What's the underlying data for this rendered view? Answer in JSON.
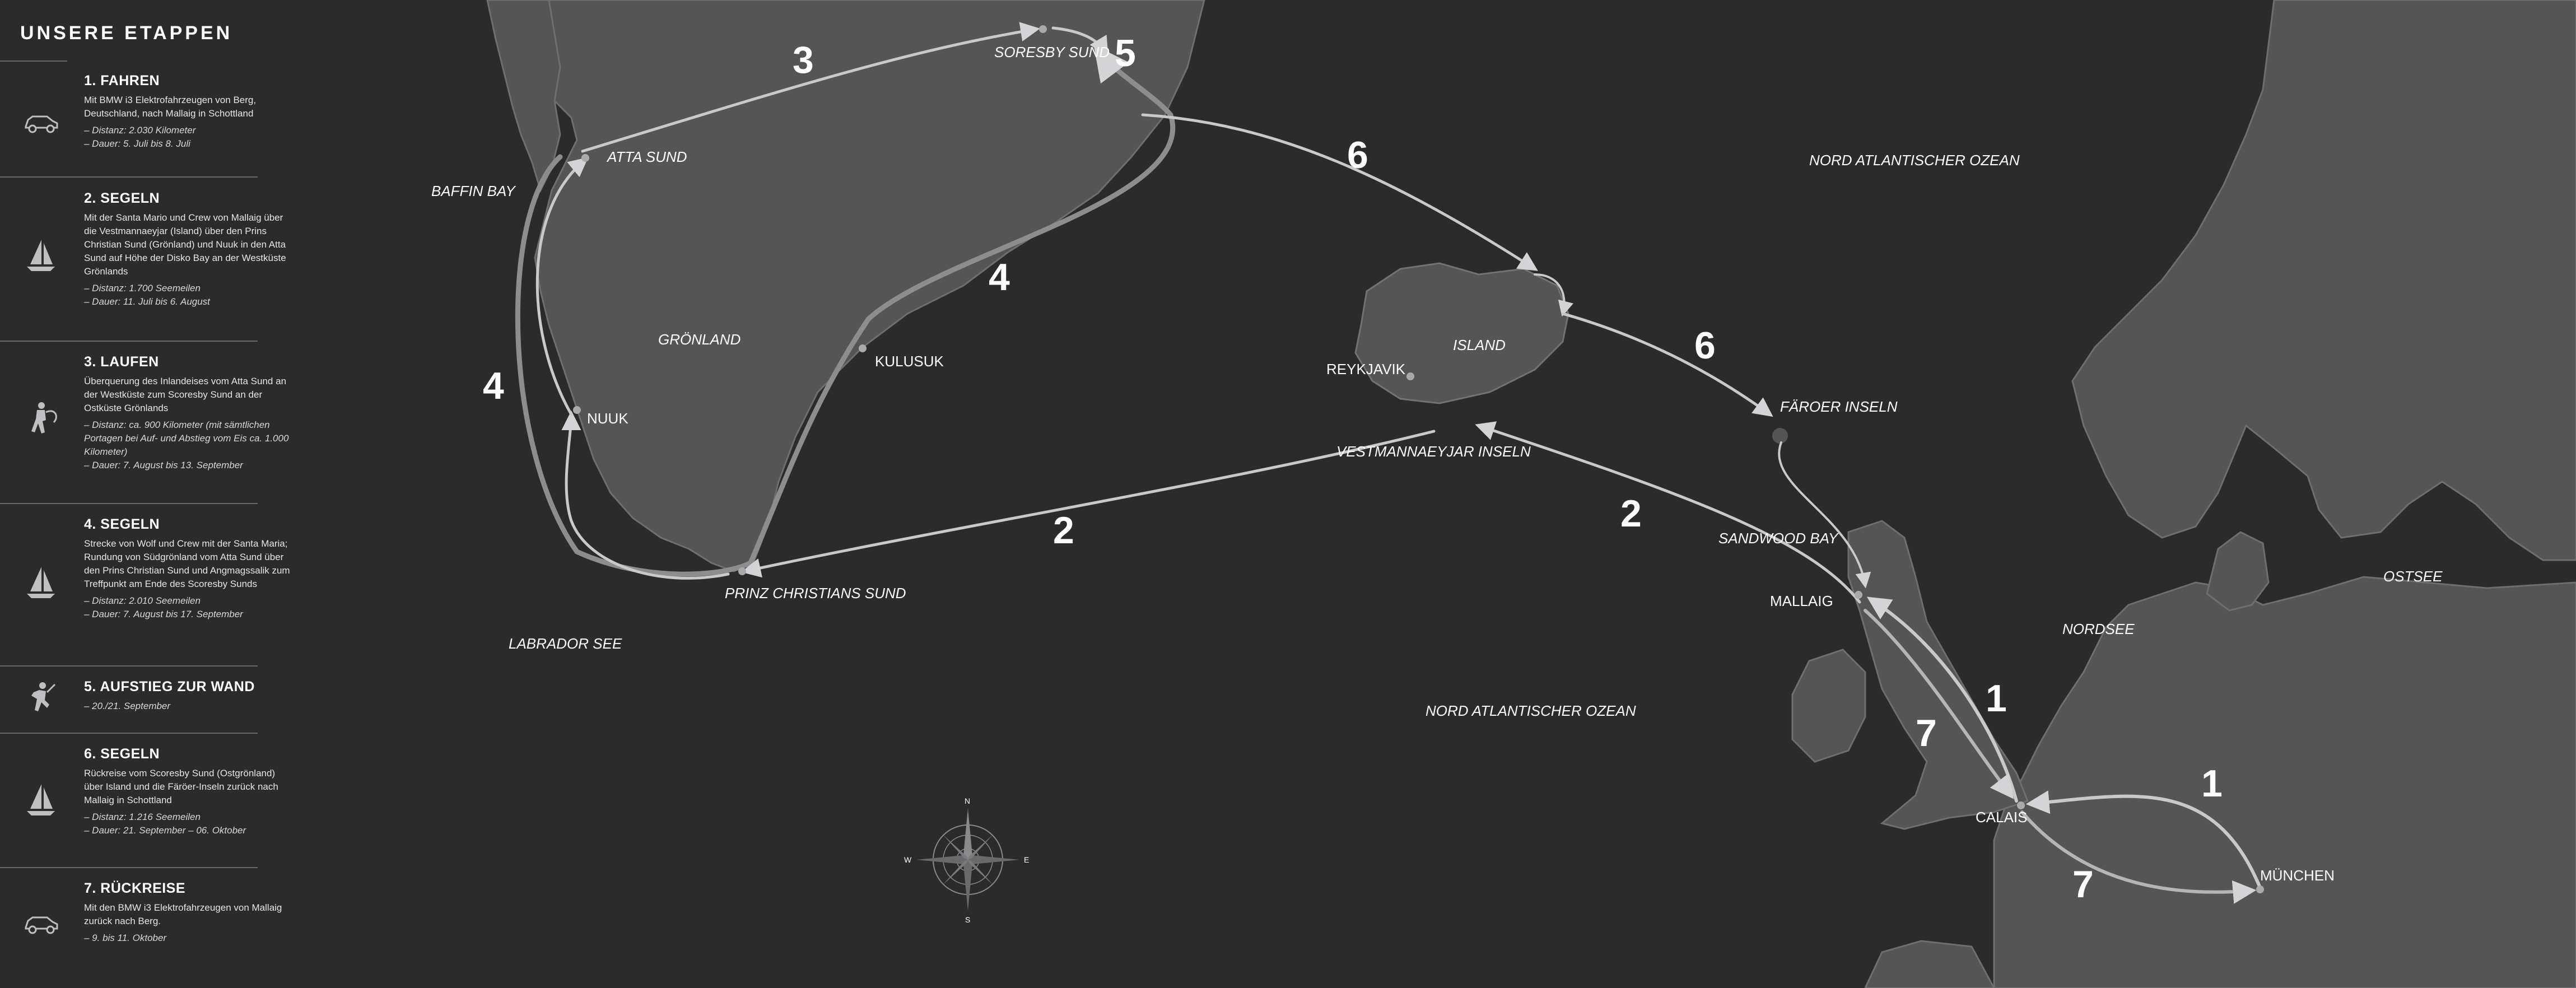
{
  "sidebar": {
    "title": "UNSERE ETAPPEN",
    "stages": [
      {
        "title": "1. FAHREN",
        "icon": "car-icon",
        "desc": "Mit BMW i3 Elektrofahrzeugen von Berg, Deutschland, nach Mallaig in Schottland",
        "meta": [
          "– Distanz: 2.030 Kilometer",
          "– Dauer: 5. Juli bis  8. Juli"
        ]
      },
      {
        "title": "2. SEGELN",
        "icon": "sailboat-icon",
        "desc": "Mit der Santa Mario und Crew von Mallaig über die Vestmannaeyjar (Island) über den Prins Christian Sund (Grönland) und Nuuk in den Atta Sund auf Höhe der Disko Bay an der Westküste Grönlands",
        "meta": [
          "– Distanz: 1.700 Seemeilen",
          "– Dauer: 11. Juli bis 6. August"
        ]
      },
      {
        "title": "3. LAUFEN",
        "icon": "hiker-icon",
        "desc": "Überquerung des Inlandeises vom Atta Sund an der Westküste zum Scoresby Sund an der Ostküste Grönlands",
        "meta": [
          "– Distanz: ca. 900 Kilometer (mit sämtlichen Portagen bei Auf- und Abstieg vom Eis ca. 1.000 Kilometer)",
          "– Dauer: 7. August bis 13. September"
        ]
      },
      {
        "title": "4. SEGELN",
        "icon": "sailboat-icon",
        "desc": "Strecke von Wolf und Crew mit der Santa Maria; Rundung von Südgrönland vom Atta Sund über den Prins Christian Sund und Angmagssalik zum Treffpunkt am Ende des Scoresby Sunds",
        "meta": [
          "– Distanz: 2.010 Seemeilen",
          "– Dauer: 7. August bis 17. September"
        ]
      },
      {
        "title": "5. AUFSTIEG ZUR WAND",
        "icon": "climber-icon",
        "desc": "",
        "meta": [
          "– 20./21. September"
        ]
      },
      {
        "title": "6. SEGELN",
        "icon": "sailboat-icon",
        "desc": "Rückreise vom Scoresby Sund (Ostgrönland) über Island und die Färöer-Inseln zurück nach Mallaig in Schottland",
        "meta": [
          "– Distanz: 1.216 Seemeilen",
          "– Dauer: 21. September – 06. Oktober"
        ]
      },
      {
        "title": "7. RÜCKREISE",
        "icon": "car-icon",
        "desc": "Mit den BMW i3 Elektrofahrzeugen von Mallaig zurück nach Berg.",
        "meta": [
          "– 9. bis 11. Oktober"
        ]
      }
    ]
  },
  "map": {
    "colors": {
      "sea": "#2b2b2c",
      "land": "#555556",
      "land_coast": "#77777a",
      "route": "#c9c9cb",
      "route_dark": "#8d8d8f"
    },
    "places": {
      "atta_sund": "ATTA SUND",
      "soresby_sund": "SORESBY SUND",
      "baffin_bay": "BAFFIN BAY",
      "groenland": "GRÖNLAND",
      "kulusuk": "KULUSUK",
      "nuuk": "NUUK",
      "prinz_christians_sund": "PRINZ CHRISTIANS SUND",
      "labrador_see": "LABRADOR SEE",
      "island": "ISLAND",
      "reykjavik": "REYKJAVIK",
      "vestmannaeyjar": "VESTMANNAEYJAR INSELN",
      "nord_atlantischer_ozean_top": "NORD ATLANTISCHER OZEAN",
      "nord_atlantischer_ozean_bottom": "NORD ATLANTISCHER OZEAN",
      "faeroer_inseln": "FÄROER INSELN",
      "sandwood_bay": "SANDWOOD BAY",
      "mallaig": "MALLAIG",
      "nordsee": "NORDSEE",
      "ostsee": "OSTSEE",
      "calais": "CALAIS",
      "muenchen": "MÜNCHEN"
    },
    "stage_numbers": {
      "leg3": "3",
      "leg5": "5",
      "leg6_north": "6",
      "leg4_east": "4",
      "leg4_west": "4",
      "leg6_south": "6",
      "leg2_west": "2",
      "leg2_east": "2",
      "leg1_uk": "1",
      "leg7_uk": "7",
      "leg1_eu": "1",
      "leg7_eu": "7"
    },
    "compass": {
      "n": "N",
      "s": "S",
      "e": "E",
      "w": "W",
      "icon": "compass-rose-icon"
    }
  }
}
